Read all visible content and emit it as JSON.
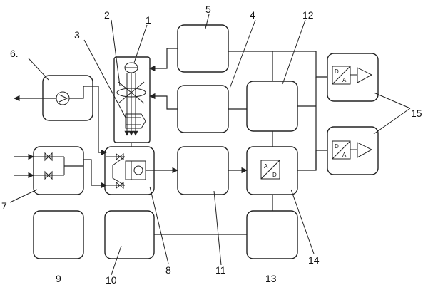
{
  "labels": {
    "l1": "1",
    "l2": "2",
    "l3": "3",
    "l4": "4",
    "l5": "5",
    "l6": "6.",
    "l7": "7",
    "l8": "8",
    "l9": "9",
    "l10": "10",
    "l11": "11",
    "l12": "12",
    "l13": "13",
    "l14": "14",
    "l15": "15"
  },
  "converters": {
    "ad_top": "A",
    "ad_bottom": "D",
    "da1_top": "D",
    "da1_bottom": "A",
    "da2_top": "D",
    "da2_bottom": "A"
  }
}
